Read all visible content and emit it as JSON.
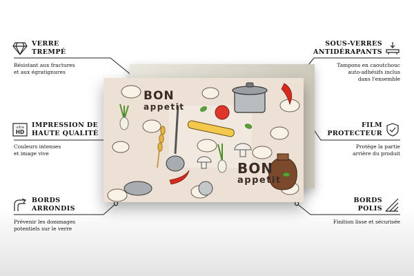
{
  "product": {
    "art_text_top": [
      "BON",
      "appetit"
    ],
    "art_text_bottom": [
      "BON",
      "appetit"
    ]
  },
  "features_left": [
    {
      "icon": "diamond-icon",
      "title": [
        "VERRE",
        "TREMPÉ"
      ],
      "desc": [
        "Résistant aux fractures",
        "et aux égratignures"
      ]
    },
    {
      "icon": "ultra-hd-icon",
      "icon_text": [
        "ultra",
        "HD"
      ],
      "title": [
        "IMPRESSION DE",
        "HAUTE QUALITÉ"
      ],
      "desc": [
        "Couleurs intenses",
        "et image vive"
      ]
    },
    {
      "icon": "rounded-corner-icon",
      "title": [
        "BORDS",
        "ARRONDIS"
      ],
      "desc": [
        "Prévenir les dommages",
        "potentiels sur le verre"
      ]
    }
  ],
  "features_right": [
    {
      "icon": "anti-slip-icon",
      "title": [
        "SOUS-VERRES",
        "ANTIDÉRAPANTS"
      ],
      "desc": [
        "Tampons en caoutchouc",
        "auto-adhésifs inclus",
        "dans l'ensemble"
      ]
    },
    {
      "icon": "shield-check-icon",
      "title": [
        "FILM",
        "PROTECTEUR"
      ],
      "desc": [
        "Protège la partie",
        "arrière du produit"
      ]
    },
    {
      "icon": "polished-edge-icon",
      "title": [
        "BORDS",
        "POLIS"
      ],
      "desc": [
        "Finition lisse et sécurisée"
      ]
    }
  ],
  "colors": {
    "line": "#222222",
    "back_plate": "#dcd9cc",
    "artwork_bg": "#ece1d4"
  }
}
